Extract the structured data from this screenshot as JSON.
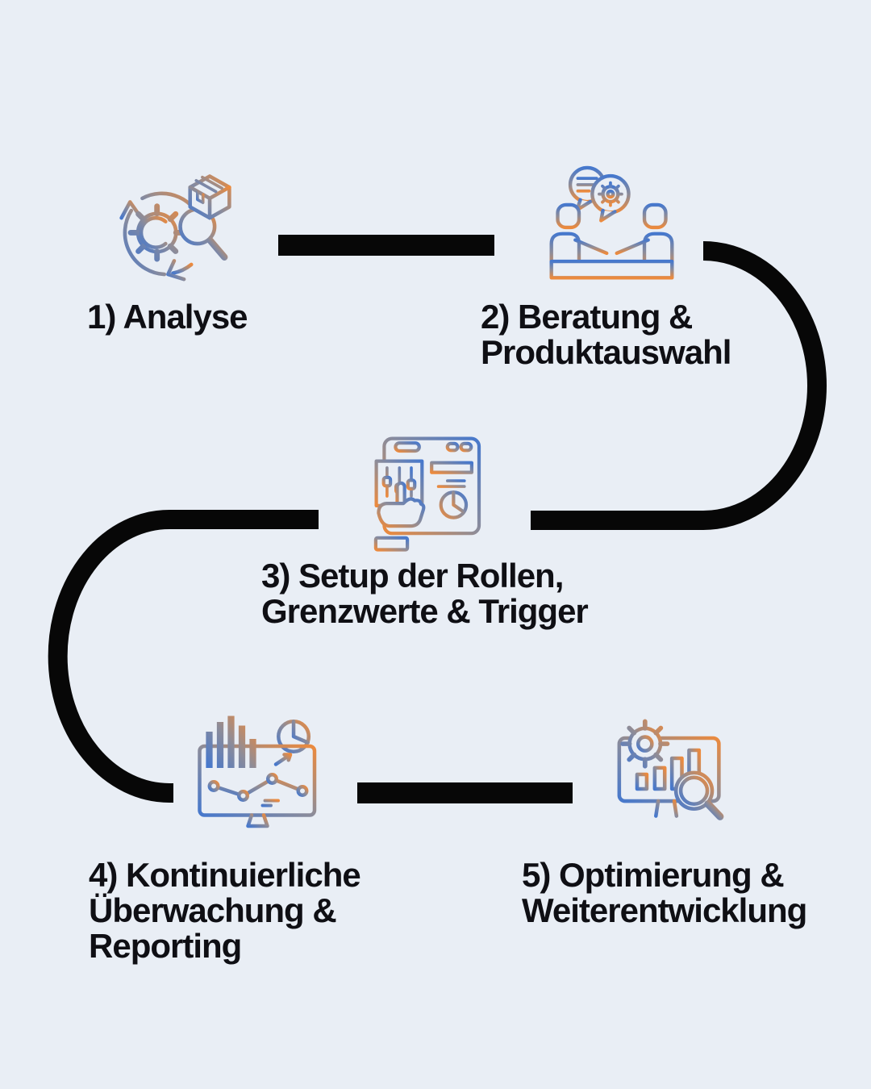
{
  "theme": {
    "background": "#e9eef5",
    "text_color": "#0f0f14",
    "connector_color": "#070707",
    "icon_gradient": {
      "blue": "#4678cd",
      "mid": "#8d8c99",
      "orange": "#ec8a3d"
    }
  },
  "steps": [
    {
      "number": "1",
      "icon": "analysis",
      "label_lines": [
        "1) Analyse"
      ]
    },
    {
      "number": "2",
      "icon": "consultation",
      "label_lines": [
        "2) Beratung &",
        "Produktauswahl"
      ]
    },
    {
      "number": "3",
      "icon": "setup-dashboard",
      "label_lines": [
        "3) Setup der Rollen,",
        "Grenzwerte & Trigger"
      ]
    },
    {
      "number": "4",
      "icon": "monitoring",
      "label_lines": [
        "4) Kontinuierliche",
        "Überwachung &",
        "Reporting"
      ]
    },
    {
      "number": "5",
      "icon": "optimization",
      "label_lines": [
        "5) Optimierung &",
        "Weiterentwicklung"
      ]
    }
  ]
}
